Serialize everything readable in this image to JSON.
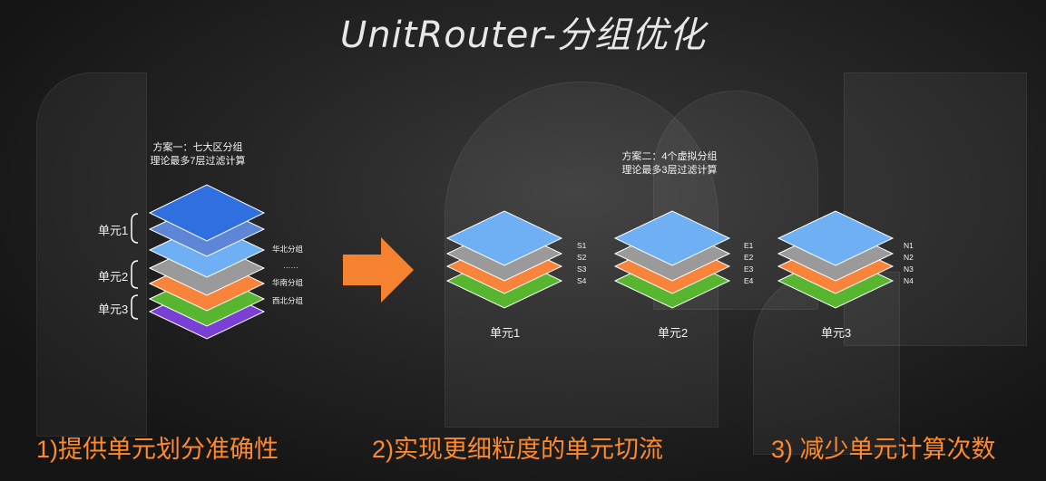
{
  "title": "UnitRouter-分组优化",
  "left": {
    "caption_line1": "方案一：七大区分组",
    "caption_line2": "理论最多7层过滤计算",
    "unit_labels": [
      "单元1",
      "单元2",
      "单元3"
    ],
    "group_labels": [
      "华北分组",
      "……",
      "华南分组",
      "西北分组"
    ]
  },
  "right": {
    "caption_line1": "方案二：4个虚拟分组",
    "caption_line2": "理论最多3层过滤计算",
    "stacks": [
      {
        "label": "单元1",
        "layers": [
          "S1",
          "S2",
          "S3",
          "S4"
        ]
      },
      {
        "label": "单元2",
        "layers": [
          "E1",
          "E2",
          "E3",
          "E4"
        ]
      },
      {
        "label": "单元3",
        "layers": [
          "N1",
          "N2",
          "N3",
          "N4"
        ]
      }
    ]
  },
  "bottom": [
    "1)提供单元划分准确性",
    "2)实现更细粒度的单元切流",
    "3) 减少单元计算次数"
  ],
  "colors": {
    "blue_dark": "#2f6fe0",
    "blue_mid": "#5d86d6",
    "blue_light": "#6fb0f5",
    "gray": "#9a9a9a",
    "orange": "#f7843a",
    "green": "#58b52f",
    "purple": "#7a3fd4",
    "arrow": "#f5822e",
    "accent_text": "#ff8a2b"
  }
}
